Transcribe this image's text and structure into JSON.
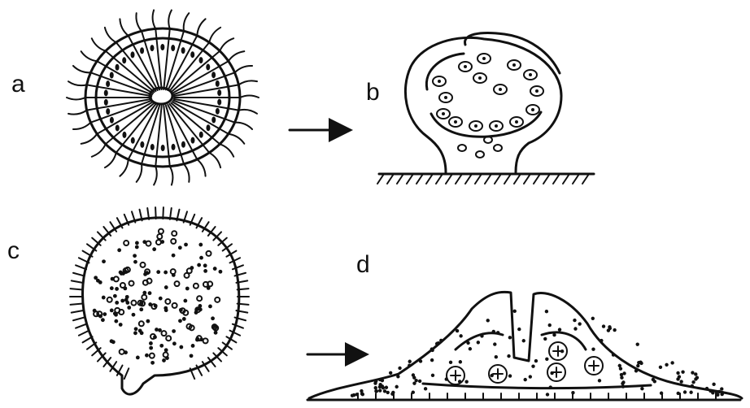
{
  "panels": [
    {
      "id": "a",
      "label": "a"
    },
    {
      "id": "b",
      "label": "b"
    },
    {
      "id": "c",
      "label": "c"
    },
    {
      "id": "d",
      "label": "d"
    }
  ],
  "colors": {
    "ink": "#111111",
    "background": "#ffffff"
  }
}
